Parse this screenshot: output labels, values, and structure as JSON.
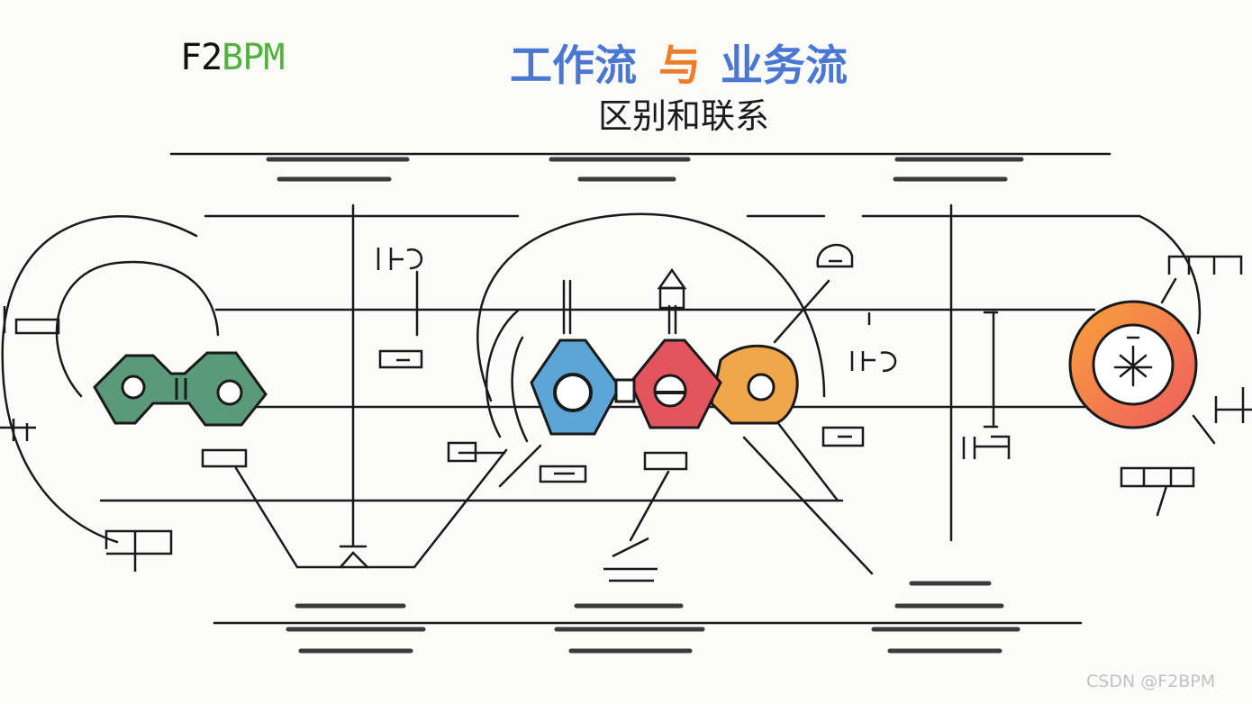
{
  "header": {
    "brand_part1": "F2",
    "brand_part2": "BPM",
    "title_part1": "工作流",
    "title_part2": "与",
    "title_part3": "业务流",
    "subtitle": "区别和联系"
  },
  "footer": {
    "watermark": "CSDN @F2BPM"
  },
  "colors": {
    "green": "#5a9a78",
    "blue": "#5ba6d6",
    "red": "#e3555c",
    "orange": "#f0a64a",
    "title_blue": "#4a76d4",
    "title_orange": "#ee7d2a",
    "brand_green": "#52b33a",
    "ring_outer_left": "#f2a33e",
    "ring_outer_right": "#ee5e63",
    "ring_inner": "#ffffff"
  },
  "icons": {
    "left": "green-link-icon",
    "center": "tricolor-link-icon",
    "right": "orange-ring-icon"
  }
}
